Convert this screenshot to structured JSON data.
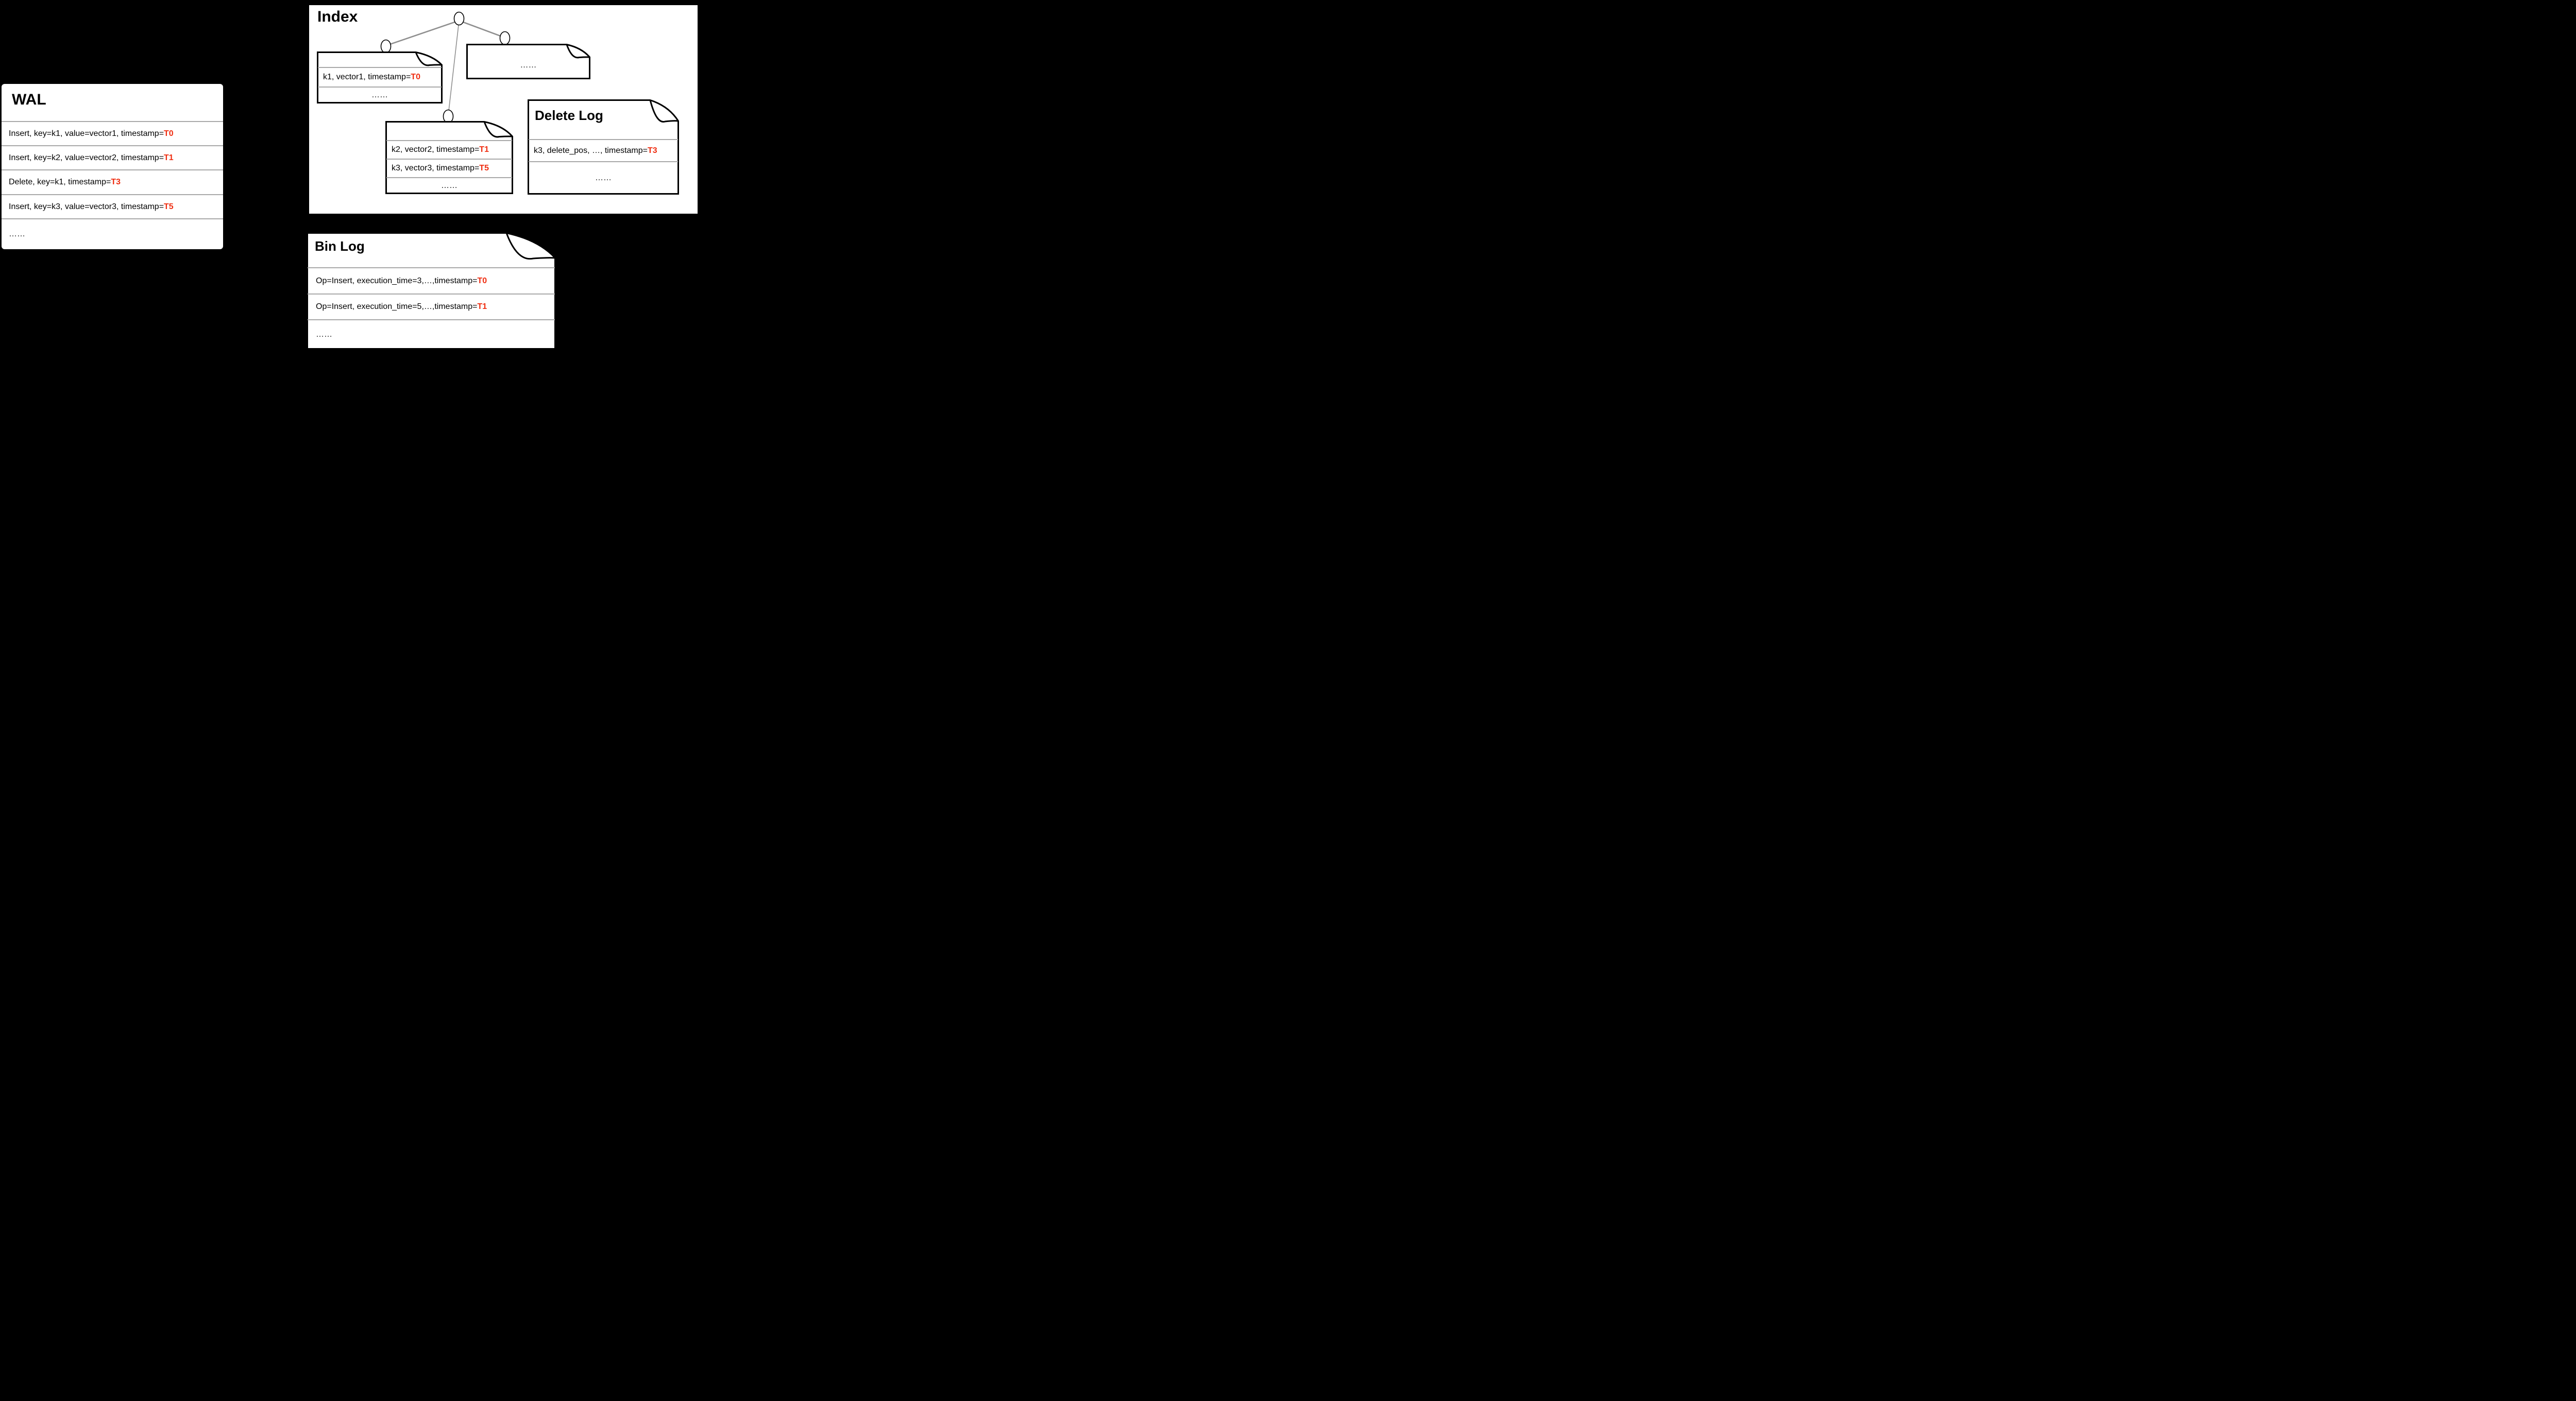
{
  "colors": {
    "accent_red": "#ef2d10",
    "separator_gray": "#a9a9a9",
    "edge_gray": "#8f8f8f",
    "background": "#000000",
    "paper_white": "#ffffff"
  },
  "wal": {
    "title": "WAL",
    "rows": [
      {
        "text": "Insert, key=k1, value=vector1, timestamp=",
        "ts": "T0"
      },
      {
        "text": "Insert, key=k2, value=vector2, timestamp=",
        "ts": "T1"
      },
      {
        "text": "Delete, key=k1, timestamp=",
        "ts": "T3"
      },
      {
        "text": "Insert, key=k3, value=vector3, timestamp=",
        "ts": "T5"
      },
      {
        "text": "……",
        "ts": ""
      }
    ]
  },
  "index": {
    "title": "Index",
    "segment_k1": {
      "rows": [
        {
          "text": "k1, vector1, timestamp=",
          "ts": "T0"
        },
        {
          "text": "……",
          "ts": ""
        }
      ]
    },
    "segment_k2k3": {
      "rows": [
        {
          "text": "k2, vector2, timestamp=",
          "ts": "T1"
        },
        {
          "text": "k3, vector3, timestamp=",
          "ts": "T5"
        },
        {
          "text": "……",
          "ts": ""
        }
      ]
    },
    "segment_more": {
      "rows": [
        {
          "text": "……",
          "ts": ""
        }
      ]
    },
    "delete_log": {
      "title": "Delete Log",
      "rows": [
        {
          "text": "k3, delete_pos, …, timestamp=",
          "ts": "T3"
        },
        {
          "text": "……",
          "ts": ""
        }
      ]
    }
  },
  "bin_log": {
    "title": "Bin Log",
    "rows": [
      {
        "text": "Op=Insert, execution_time=3,…,timestamp=",
        "ts": "T0"
      },
      {
        "text": "Op=Insert, execution_time=5,…,timestamp=",
        "ts": "T1"
      },
      {
        "text": "……",
        "ts": ""
      }
    ]
  }
}
